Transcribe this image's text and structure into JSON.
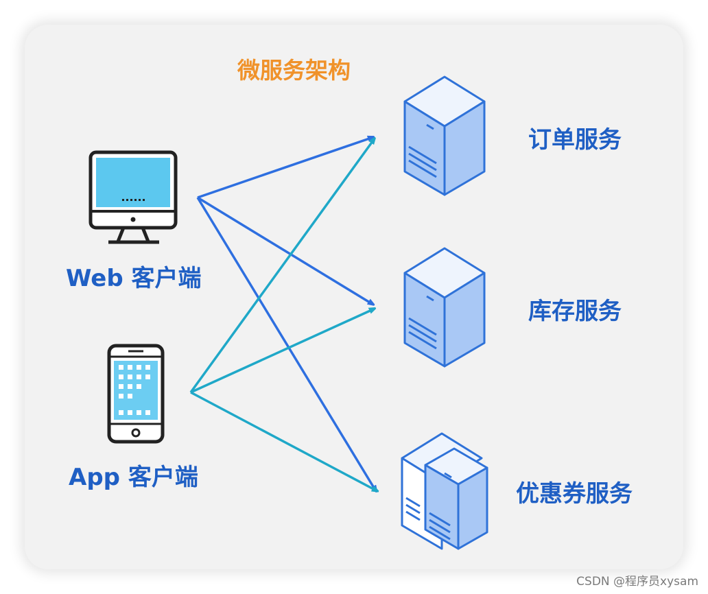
{
  "title": "微服务架构",
  "clients": {
    "web": {
      "label": "Web 客户端",
      "icon": "monitor-icon"
    },
    "app": {
      "label": "App 客户端",
      "icon": "smartphone-icon"
    }
  },
  "services": {
    "order": {
      "label": "订单服务",
      "icon": "server-icon"
    },
    "inventory": {
      "label": "库存服务",
      "icon": "server-icon"
    },
    "coupon": {
      "label": "优惠券服务",
      "icon": "server-icon"
    }
  },
  "connections": [
    {
      "from": "web",
      "to": "order"
    },
    {
      "from": "web",
      "to": "inventory"
    },
    {
      "from": "web",
      "to": "coupon"
    },
    {
      "from": "app",
      "to": "order"
    },
    {
      "from": "app",
      "to": "inventory"
    },
    {
      "from": "app",
      "to": "coupon"
    }
  ],
  "watermark": "CSDN @程序员xysam",
  "colors": {
    "title": "#f0922a",
    "label": "#1f5fc4",
    "web_arrow": "#2e6fe0",
    "app_arrow": "#1fa8c8",
    "server_fill": "#a9c8f5",
    "server_stroke": "#2f72d8",
    "screen_fill": "#5cc8ef"
  }
}
